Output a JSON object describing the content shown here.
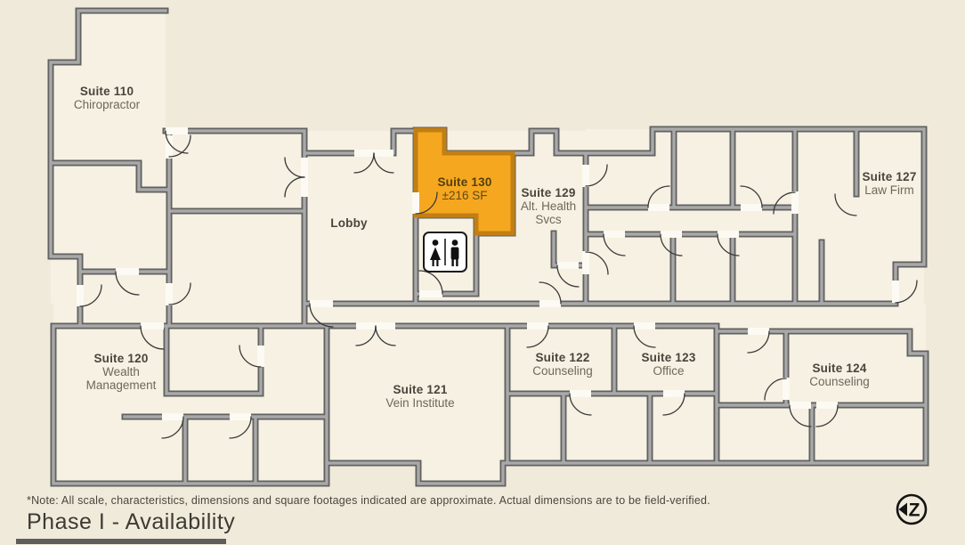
{
  "floor_plan": {
    "rooms": [
      {
        "id": "suite-110",
        "name": "Suite 110",
        "subtitle": "Chiropractor"
      },
      {
        "id": "lobby",
        "name": "Lobby",
        "subtitle": ""
      },
      {
        "id": "suite-130",
        "name": "Suite 130",
        "subtitle": "±216 SF",
        "highlighted": true
      },
      {
        "id": "suite-129",
        "name": "Suite 129",
        "subtitle": "Alt. Health Svcs"
      },
      {
        "id": "suite-127",
        "name": "Suite 127",
        "subtitle": "Law Firm"
      },
      {
        "id": "suite-120",
        "name": "Suite 120",
        "subtitle": "Wealth Management"
      },
      {
        "id": "suite-121",
        "name": "Suite 121",
        "subtitle": "Vein Institute"
      },
      {
        "id": "suite-122",
        "name": "Suite 122",
        "subtitle": "Counseling"
      },
      {
        "id": "suite-123",
        "name": "Suite 123",
        "subtitle": "Office"
      },
      {
        "id": "suite-124",
        "name": "Suite 124",
        "subtitle": "Counseling"
      }
    ],
    "icons": [
      {
        "id": "restroom-icon",
        "meaning": "unisex restroom"
      }
    ],
    "colors": {
      "highlight": "#F6A720",
      "highlight_border": "#C27F12",
      "wall": "#8A8A8A",
      "background": "#F0EADB",
      "floor": "#F6F1E3"
    }
  },
  "footer": {
    "note": "*Note: All scale, characteristics, dimensions and square footages indicated are approximate. Actual dimensions are to be field-verified.",
    "title": "Phase I - Availability"
  },
  "logo": {
    "letter": "Z"
  }
}
